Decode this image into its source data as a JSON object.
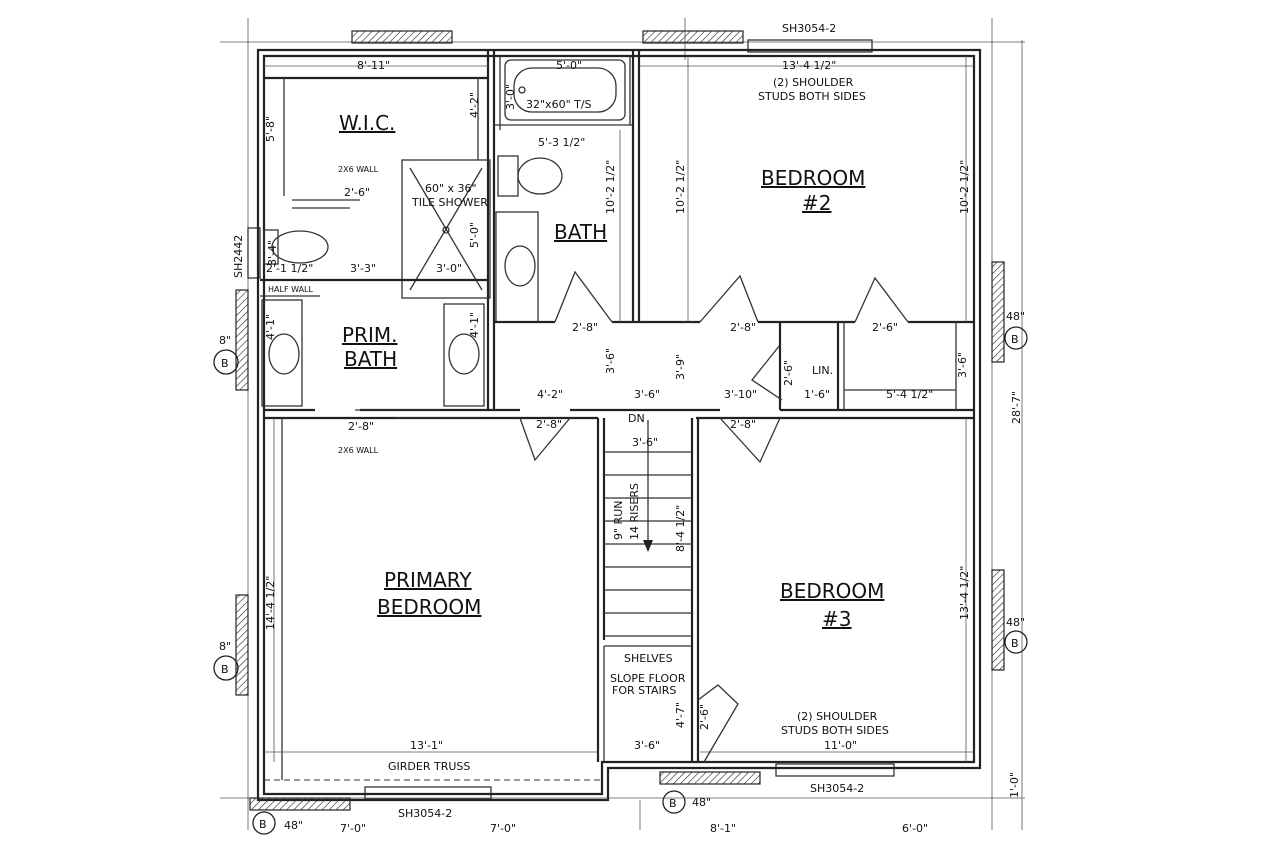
{
  "rooms": {
    "wic": "W.I.C.",
    "bath": "BATH",
    "prim_bath_1": "PRIM.",
    "prim_bath_2": "BATH",
    "bedroom2_1": "BEDROOM",
    "bedroom2_2": "#2",
    "bedroom3_1": "BEDROOM",
    "bedroom3_2": "#3",
    "primary_1": "PRIMARY",
    "primary_2": "BEDROOM"
  },
  "notes": {
    "window_top": "SH3054-2",
    "window_bottom_left": "SH3054-2",
    "window_bottom_right": "SH3054-2",
    "window_left": "SH2442",
    "tub": "32\"x60\" T/S",
    "shower_1": "60\" x 36\"",
    "shower_2": "TILE SHOWER",
    "wall_2x6_top": "2X6 WALL",
    "wall_2x6_bottom": "2X6 WALL",
    "half_wall": "HALF WALL",
    "shoulder_top_1": "(2) SHOULDER",
    "shoulder_top_2": "STUDS BOTH SIDES",
    "shoulder_bot_1": "(2) SHOULDER",
    "shoulder_bot_2": "STUDS BOTH SIDES",
    "girder": "GIRDER TRUSS",
    "shelves": "SHELVES",
    "slope_1": "SLOPE FLOOR",
    "slope_2": "FOR STAIRS",
    "lin": "LIN.",
    "dn": "DN",
    "stairs_1": "9\" RUN",
    "stairs_2": "14 RISERS"
  },
  "dims": {
    "d_8_11": "8'-11\"",
    "d_5_0_tub": "5'-0\"",
    "d_13_4_top": "13'-4 1/2\"",
    "d_5_8": "5'-8\"",
    "d_4_2_wic": "4'-2\"",
    "d_3_0_tub": "3'-0\"",
    "d_5_3": "5'-3 1/2\"",
    "d_10_2_a": "10'-2 1/2\"",
    "d_10_2_b": "10'-2 1/2\"",
    "d_10_2_c": "10'-2 1/2\"",
    "d_2_6_door": "2'-6\"",
    "d_5_0_shower": "5'-0\"",
    "d_3_4": "3'-4\"",
    "d_2_1_2": "2'-1 1/2\"",
    "d_3_3": "3'-3\"",
    "d_3_0_shower": "3'-0\"",
    "d_4_1_a": "4'-1\"",
    "d_4_1_b": "4'-1\"",
    "d_2_8_bath": "2'-8\"",
    "d_2_8_bed2": "2'-8\"",
    "d_2_6_closet": "2'-6\"",
    "d_3_6_hall_v": "3'-6\"",
    "d_3_9": "3'-9\"",
    "d_2_6_lin": "2'-6\"",
    "d_3_6_right": "3'-6\"",
    "d_4_2_hall": "4'-2\"",
    "d_3_6_hall": "3'-6\"",
    "d_3_10": "3'-10\"",
    "d_1_6": "1'-6\"",
    "d_5_4": "5'-4 1/2\"",
    "d_2_8_primbath": "2'-8\"",
    "d_2_8_primary": "2'-8\"",
    "d_3_6_stairs": "3'-6\"",
    "d_2_8_bed3": "2'-8\"",
    "d_8_4": "8'-4 1/2\"",
    "d_14_4": "14'-4 1/2\"",
    "d_13_4_right": "13'-4 1/2\"",
    "d_28_7": "28'-7\"",
    "d_48_a": "48\"",
    "d_48_b": "48\"",
    "d_48_c": "48\"",
    "d_48_d": "48\"",
    "d_8_a": "8\"",
    "d_8_b": "8\"",
    "d_13_1": "13'-1\"",
    "d_4_7": "4'-7\"",
    "d_2_6_shelf": "2'-6\"",
    "d_3_6_shelf": "3'-6\"",
    "d_11_0": "11'-0\"",
    "d_1_0": "1'-0\"",
    "d_7_0_a": "7'-0\"",
    "d_7_0_b": "7'-0\"",
    "d_8_1": "8'-1\"",
    "d_6_0": "6'-0\""
  },
  "markers": {
    "b1": "B",
    "b2": "B",
    "b3": "B",
    "b4": "B",
    "b5": "B",
    "b6": "B"
  }
}
